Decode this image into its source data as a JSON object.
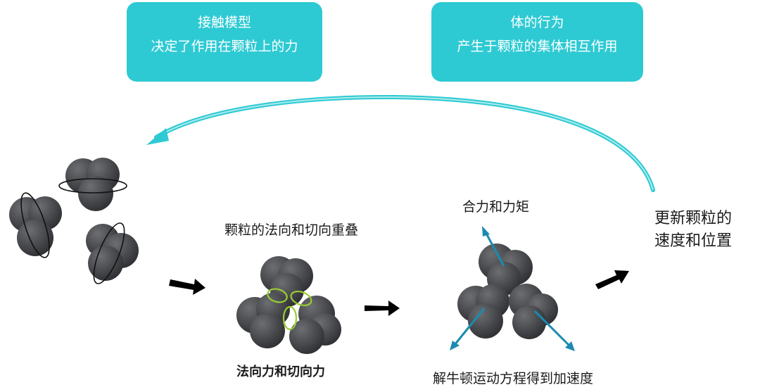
{
  "boxes": {
    "contact_model": {
      "line1": "接触模型",
      "line2": "决定了作用在颗粒上的力"
    },
    "collective_behavior": {
      "line1": "体的行为",
      "line2": "产生于颗粒的集体相互作用"
    }
  },
  "labels": {
    "overlap": "颗粒的法向和切向重叠",
    "normal_tangential_force": "法向力和切向力",
    "resultant_force_torque": "合力和力矩",
    "newton_motion": "解牛顿运动方程得到加速度",
    "update_velocity_line1": "更新颗粒的",
    "update_velocity_line2": "速度和位置"
  },
  "colors": {
    "box_fill": "#2ecad3",
    "cycle_arrow": "#2ecad3",
    "force_arrow": "#1a8bb0",
    "overlap_ring": "#9acd32",
    "particle": "#4a4b4f",
    "flow_arrow": "#000000"
  },
  "icons": [
    "cycle-arrow-icon",
    "flow-arrow-icon",
    "force-arrow-icon",
    "rotation-orbit-icon"
  ]
}
